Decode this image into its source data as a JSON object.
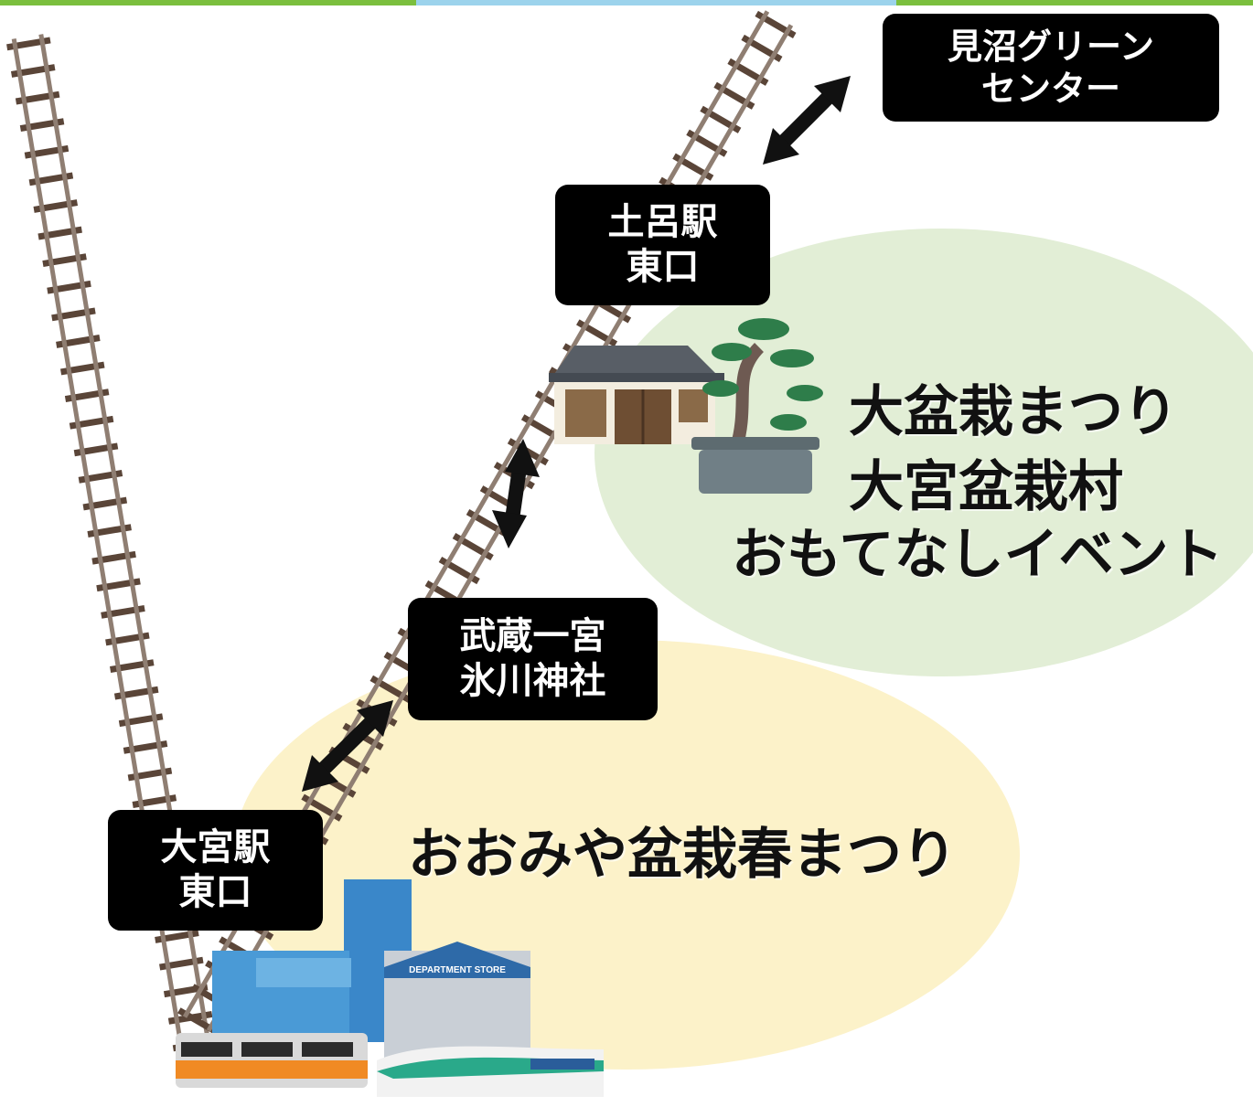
{
  "diagram": {
    "colors": {
      "top_bar_green": "#7bbf3e",
      "top_bar_blue": "#9cd3ec",
      "green_area": "#e2eed6",
      "yellow_area": "#fcf2c9",
      "rail": "#8f7e72",
      "sleeper": "#5a4538",
      "label_bg": "#000000",
      "label_text": "#ffffff",
      "arrow": "#111111"
    },
    "stations": {
      "minuma": {
        "line1": "見沼グリーン",
        "line2": "センター"
      },
      "toro": {
        "line1": "土呂駅",
        "line2": "東口"
      },
      "hikawa": {
        "line1": "武蔵一宮",
        "line2": "氷川神社"
      },
      "omiya": {
        "line1": "大宮駅",
        "line2": "東口"
      }
    },
    "event_green": {
      "line1": "大盆栽まつり",
      "line2": "大宮盆栽村",
      "line3": "おもてなしイベント"
    },
    "event_yellow": {
      "line1": "おおみや盆栽春まつり"
    },
    "illustrations": {
      "department_store_sign": "DEPARTMENT STORE",
      "bonsai_house": "bonsai-house-illustration",
      "city_buildings": "city-buildings-illustration",
      "trains": "trains-illustration"
    }
  }
}
